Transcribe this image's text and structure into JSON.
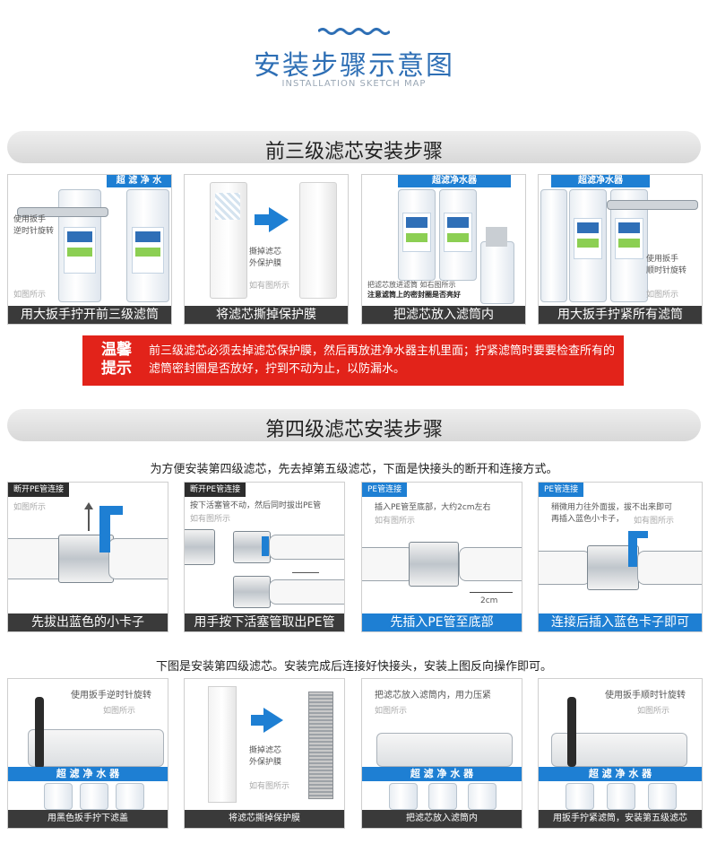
{
  "header": {
    "title": "安装步骤示意图",
    "subtitle": "INSTALLATION SKETCH MAP"
  },
  "section1": {
    "title": "前三级滤芯安装步骤",
    "panels": [
      {
        "caption": "用大扳手拧开前三级滤筒",
        "note": "使用扳手\n逆时针旋转",
        "hint": "如图所示",
        "brand": "超 滤 净 水"
      },
      {
        "caption": "将滤芯撕掉保护膜",
        "note": "撕掉滤芯\n外保护膜",
        "hint": "如有图所示"
      },
      {
        "caption": "把滤芯放入滤筒内",
        "note": "把滤芯放进滤筒  如右图所示",
        "note2": "注意滤筒上的密封圈是否亮好",
        "brand": "超滤净水器"
      },
      {
        "caption": "用大扳手拧紧所有滤筒",
        "note": "使用扳手\n顺时针旋转",
        "hint": "如图所示",
        "brand": "超滤净水器"
      }
    ]
  },
  "tip": {
    "heading": "温馨\n提示",
    "text": "前三级滤芯必须去掉滤芯保护膜，然后再放进净水器主机里面；拧紧滤筒时要要检查所有的滤筒密封圈是否放好，拧到不动为止，以防漏水。"
  },
  "section2": {
    "title": "第四级滤芯安装步骤",
    "lead": "为方便安装第四级滤芯，先去掉第五级滤芯，下面是快接头的断开和连接方式。",
    "pe_panels": [
      {
        "tag": "断开PE管连接",
        "hint": "如图所示",
        "note": "",
        "caption": "先拔出蓝色的小卡子",
        "style": "dark"
      },
      {
        "tag": "断开PE管连接",
        "note": "按下活塞管不动，然后同时拔出PE管",
        "hint": "如有图所示",
        "caption": "用手按下活塞管取出PE管",
        "style": "dark"
      },
      {
        "tag": "PE管连接",
        "note": "插入PE管至底部，大约2cm左右",
        "hint": "如有图所示",
        "measure": "2cm",
        "caption": "先插入PE管至底部",
        "style": "blue"
      },
      {
        "tag": "PE管连接",
        "note": "稍微用力往外面拔，拔不出来即可\n再插入蓝色小卡子，",
        "hint": "如有图所示",
        "caption": "连接后插入蓝色卡子即可",
        "style": "blue"
      }
    ],
    "lead2": "下图是安装第四级滤芯。安装完成后连接好快接头，安装上图反向操作即可。",
    "bottom_panels": [
      {
        "note": "使用扳手逆时针旋转",
        "hint": "如图所示",
        "brand": "超 滤 净 水 器",
        "caption": "用黑色扳手拧下滤盖"
      },
      {
        "note": "撕掉滤芯\n外保护膜",
        "hint": "如有图所示",
        "caption": "将滤芯撕掉保护膜"
      },
      {
        "note": "把滤芯放入滤筒内，用力压紧",
        "hint": "如图所示",
        "brand": "超 滤 净 水 器",
        "caption": "把滤芯放入滤筒内"
      },
      {
        "note": "使用扳手顺时针旋转",
        "hint": "如图所示",
        "brand": "超 滤 净 水 器",
        "caption": "用扳手拧紧滤筒，安装第五级滤芯"
      }
    ]
  },
  "colors": {
    "accent": "#1e7fd3",
    "title_blue": "#2e6fb5",
    "tip_red": "#e2231a"
  }
}
